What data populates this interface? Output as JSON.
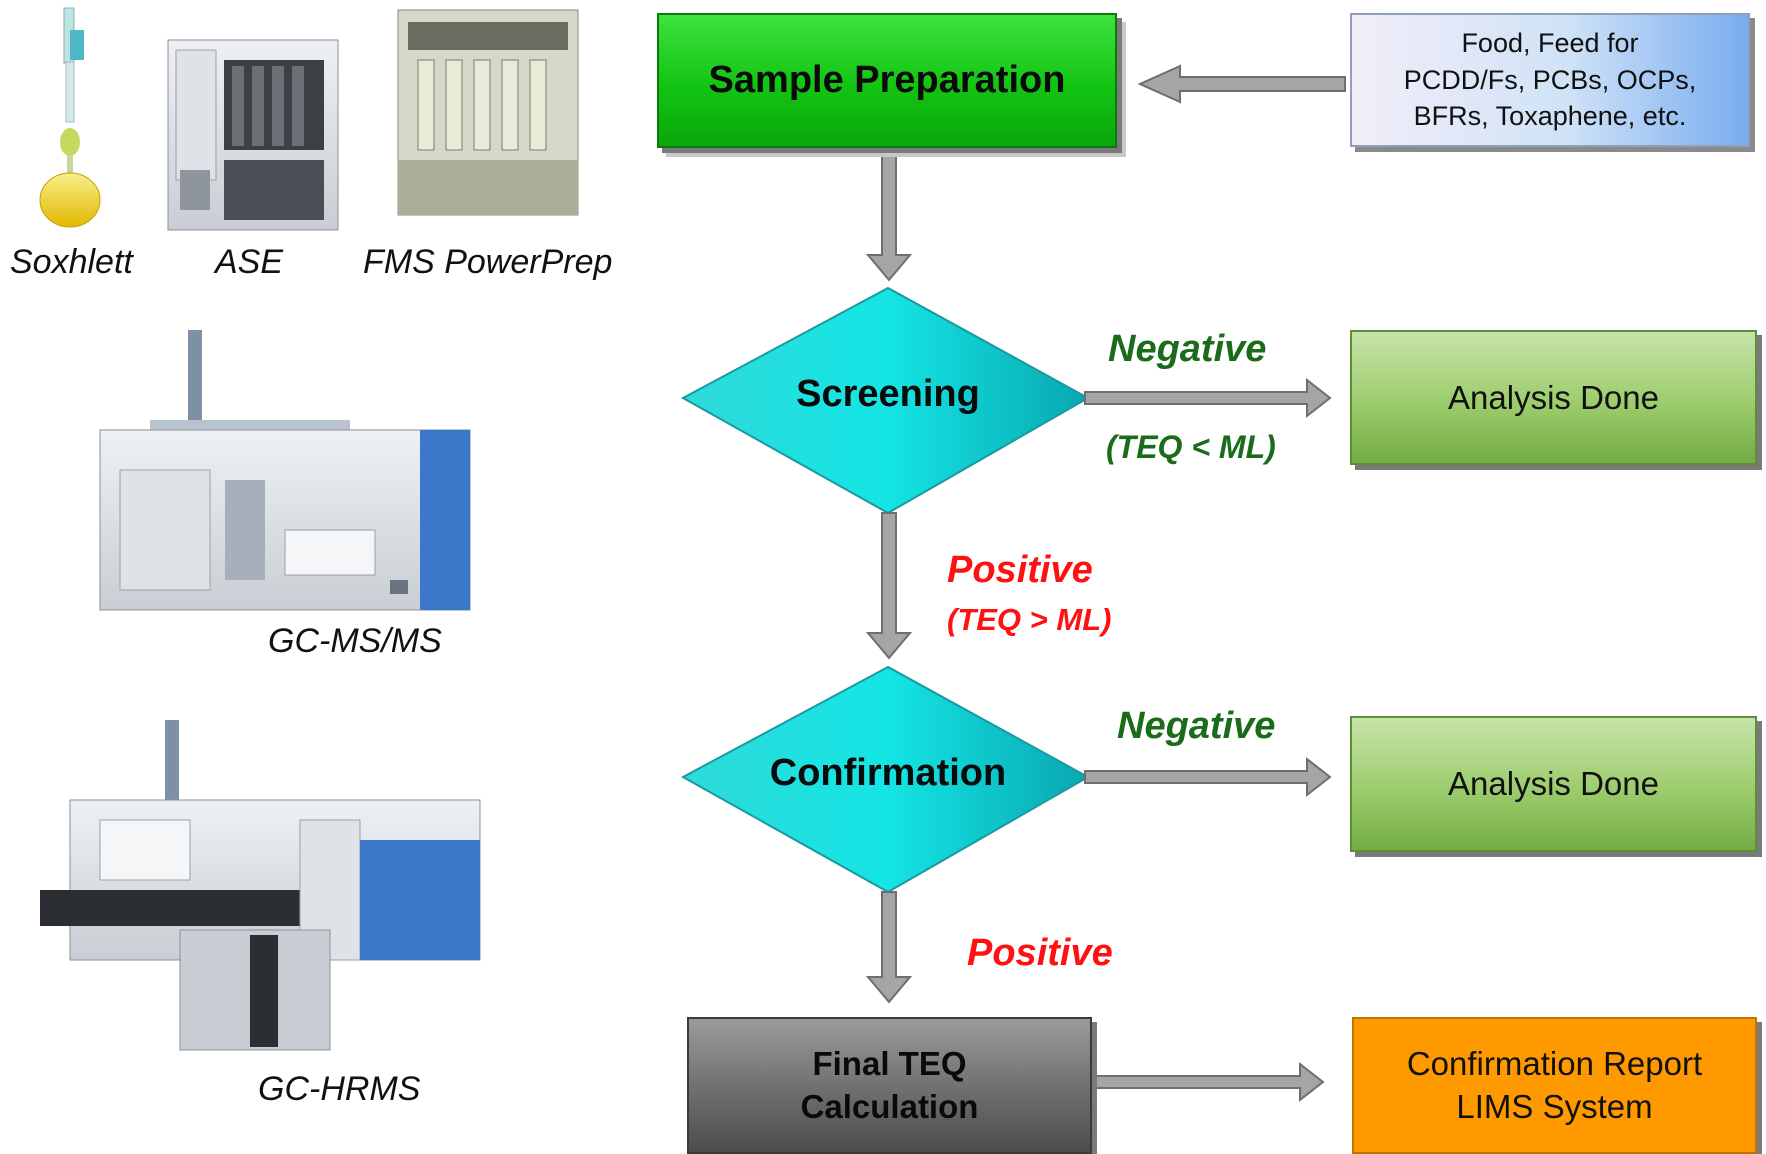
{
  "colors": {
    "process_green": "#12c412",
    "decision_cyan": "#1ad7d7",
    "result_green": "#9ccc6c",
    "report_orange": "#ff9900",
    "negative_text": "#1a6b1a",
    "positive_text": "#ff1111",
    "arrow_gray": "#9a9a9a"
  },
  "instruments": {
    "soxhlett": "Soxhlett",
    "ase": "ASE",
    "fms": "FMS PowerPrep",
    "gc_msms": "GC-MS/MS",
    "gc_hrms": "GC-HRMS"
  },
  "flow": {
    "sample_preparation": "Sample Preparation",
    "source_lines": [
      "Food, Feed for",
      "PCDD/Fs, PCBs, OCPs,",
      "BFRs, Toxaphene, etc."
    ],
    "screening": "Screening",
    "confirmation": "Confirmation",
    "analysis_done_1": "Analysis Done",
    "analysis_done_2": "Analysis Done",
    "final_lines": [
      "Final TEQ",
      "Calculation"
    ],
    "report_lines": [
      "Confirmation  Report",
      "LIMS System"
    ]
  },
  "branches": {
    "screen_negative": "Negative",
    "screen_negative_cond": "(TEQ  <  ML)",
    "screen_positive": "Positive",
    "screen_positive_cond": "(TEQ  > ML)",
    "confirm_negative": "Negative",
    "confirm_positive": "Positive"
  }
}
